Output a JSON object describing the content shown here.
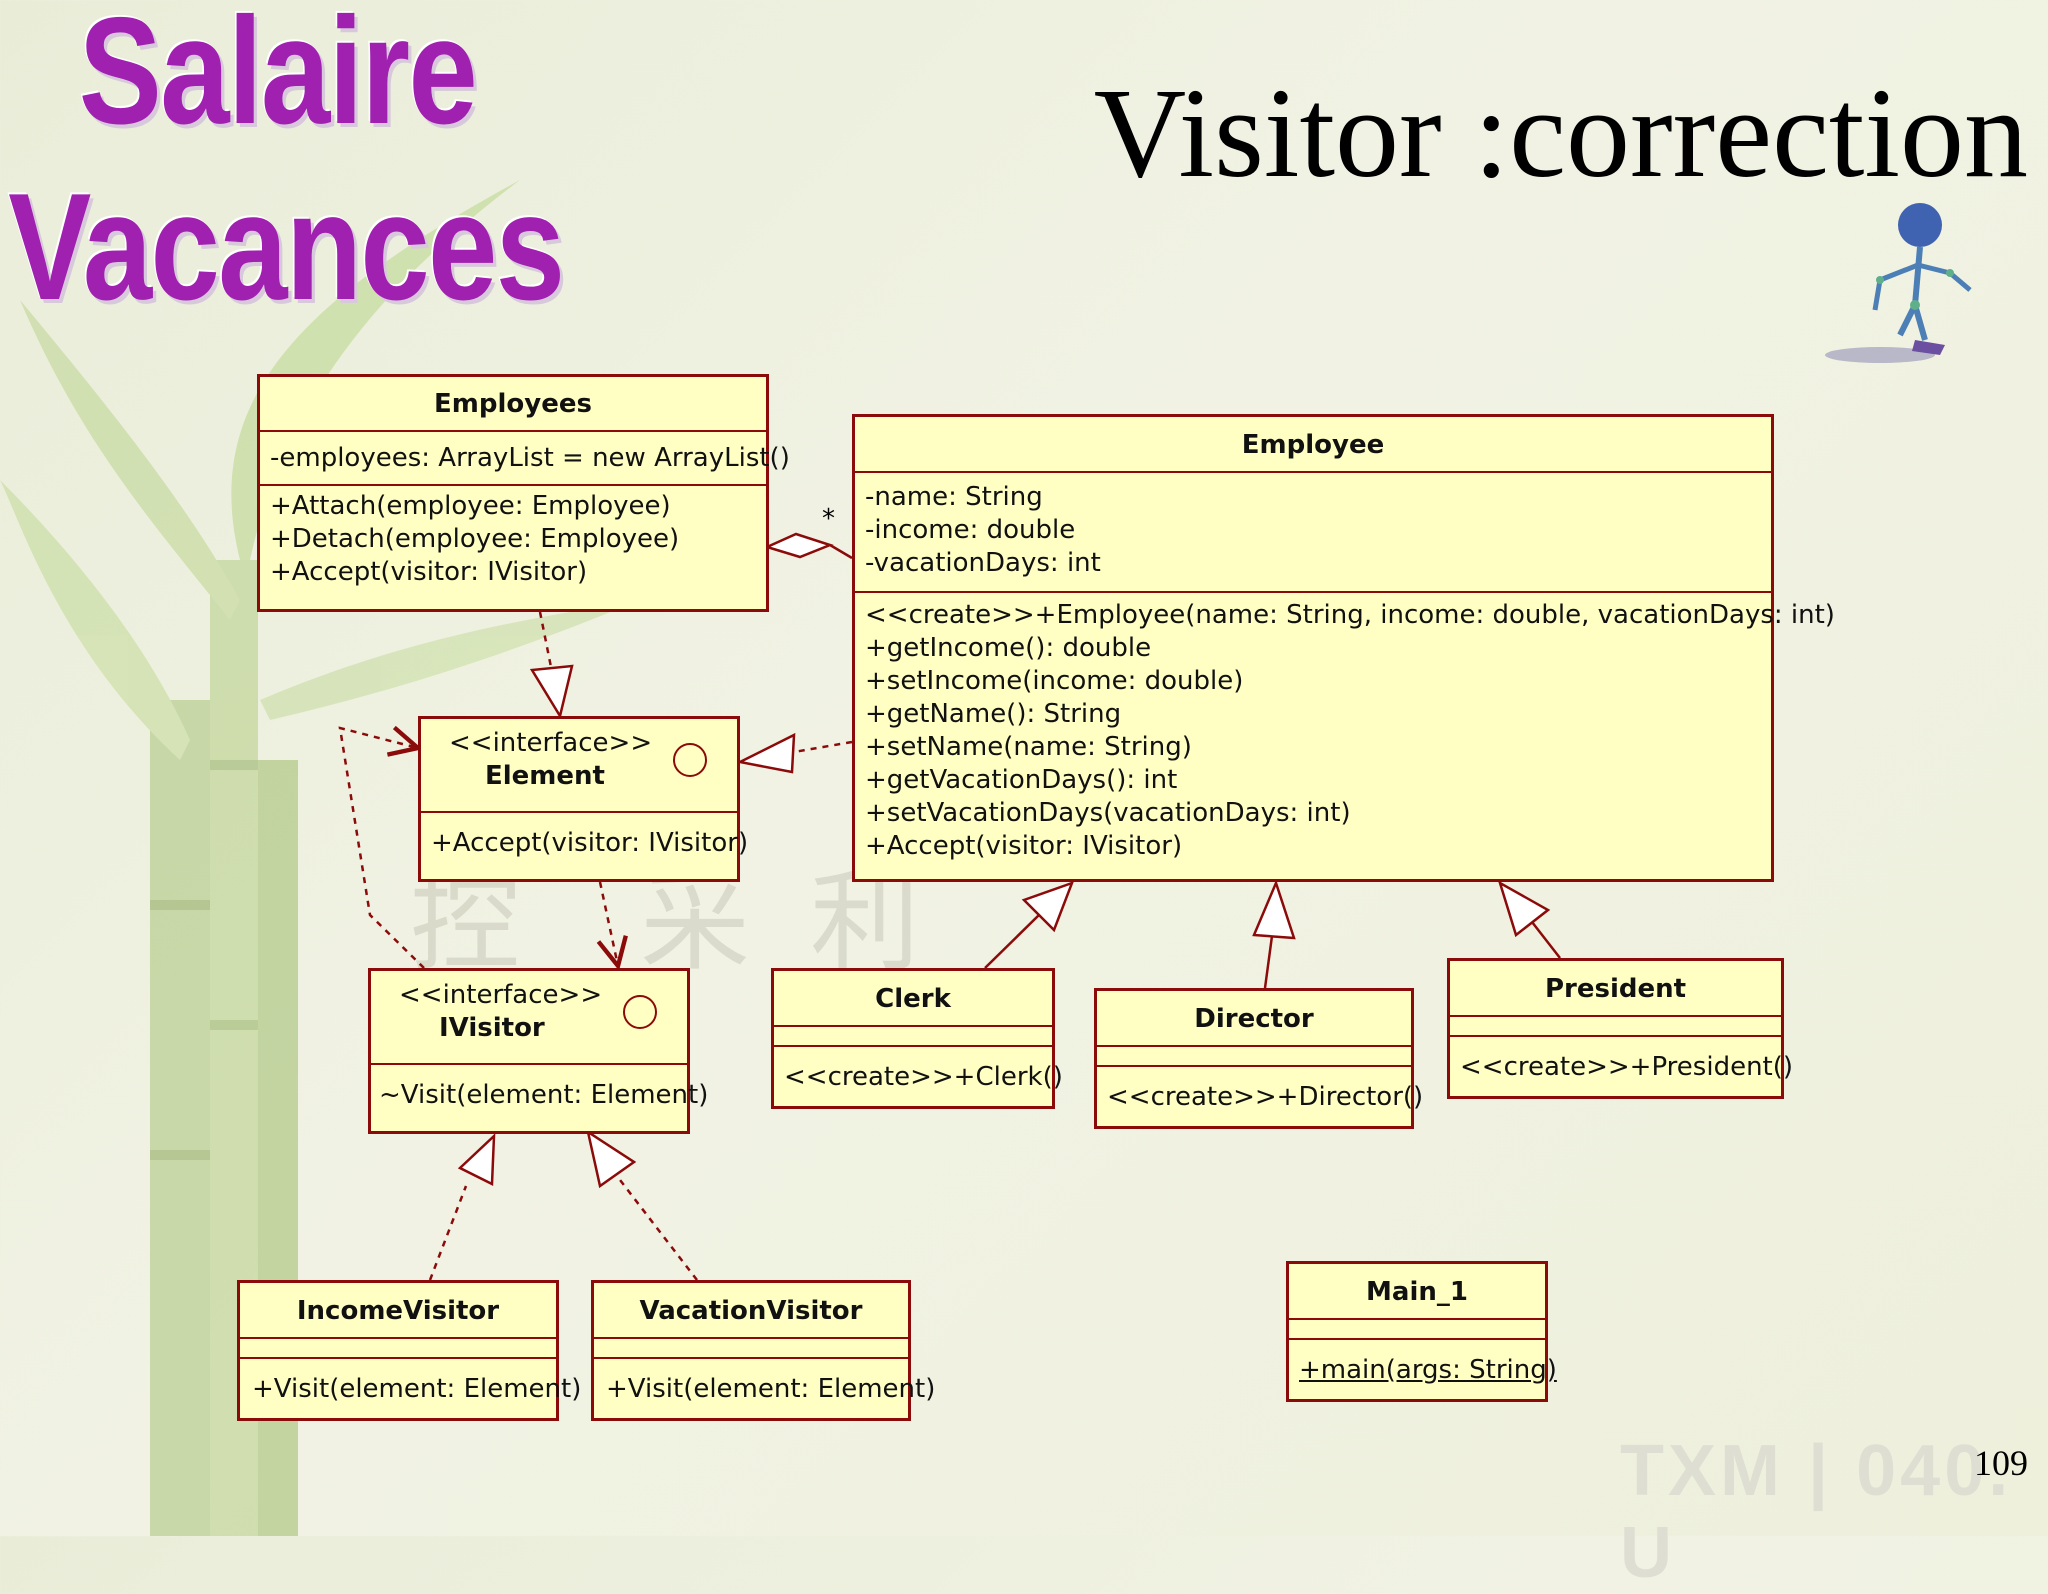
{
  "slide": {
    "brand_line1": "Salaire",
    "brand_line2": "Vacances",
    "title": "Visitor :correction",
    "page_number": "109",
    "watermark": "TXM | 040. U"
  },
  "classes": {
    "employees": {
      "name": "Employees",
      "attributes": [
        "-employees: ArrayList = new ArrayList()"
      ],
      "operations": [
        "+Attach(employee: Employee)",
        "+Detach(employee: Employee)",
        "+Accept(visitor: IVisitor)"
      ]
    },
    "employee": {
      "name": "Employee",
      "attributes": [
        "-name: String",
        "-income: double",
        "-vacationDays: int"
      ],
      "operations": [
        "<<create>>+Employee(name: String, income: double, vacationDays: int)",
        "+getIncome(): double",
        "+setIncome(income: double)",
        "+getName(): String",
        "+setName(name: String)",
        "+getVacationDays(): int",
        "+setVacationDays(vacationDays: int)",
        "+Accept(visitor: IVisitor)"
      ]
    },
    "element": {
      "stereotype": "<<interface>>",
      "name": "Element",
      "operations": [
        "+Accept(visitor: IVisitor)"
      ]
    },
    "ivisitor": {
      "stereotype": "<<interface>>",
      "name": "IVisitor",
      "operations": [
        "~Visit(element: Element)"
      ]
    },
    "clerk": {
      "name": "Clerk",
      "operations": [
        "<<create>>+Clerk()"
      ]
    },
    "director": {
      "name": "Director",
      "operations": [
        "<<create>>+Director()"
      ]
    },
    "president": {
      "name": "President",
      "operations": [
        "<<create>>+President()"
      ]
    },
    "income_visitor": {
      "name": "IncomeVisitor",
      "operations": [
        "+Visit(element: Element)"
      ]
    },
    "vacation_visitor": {
      "name": "VacationVisitor",
      "operations": [
        "+Visit(element: Element)"
      ]
    },
    "main": {
      "name": "Main_1",
      "operations": [
        "+main(args: String)"
      ]
    }
  },
  "relations": {
    "aggregation_multiplicity": "*"
  },
  "colors": {
    "class_fill": "#ffffc4",
    "class_border": "#8b0a0a",
    "brand_purple": "#a020b0"
  }
}
